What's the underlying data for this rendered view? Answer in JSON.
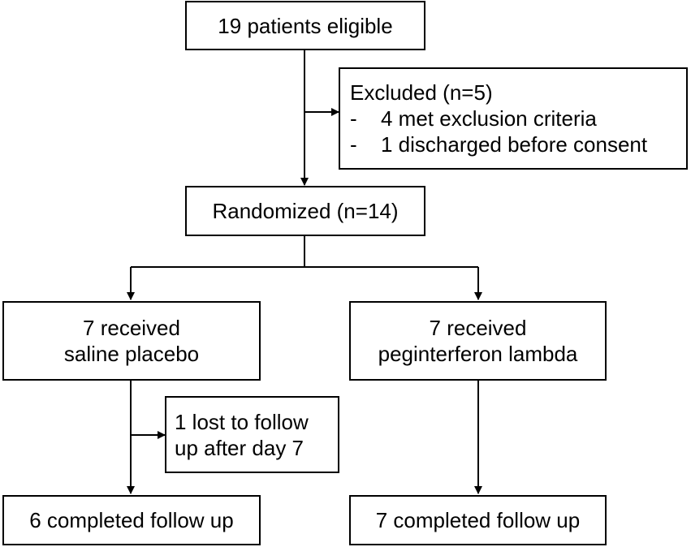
{
  "boxes": {
    "eligible": {
      "text": "19 patients eligible"
    },
    "excluded": {
      "title": "Excluded (n=5)",
      "items": [
        {
          "marker": "-",
          "text": "4 met exclusion criteria"
        },
        {
          "marker": "-",
          "text": "1 discharged before consent"
        }
      ]
    },
    "randomized": {
      "text": "Randomized (n=14)"
    },
    "placebo": {
      "line1": "7 received",
      "line2": "saline placebo"
    },
    "lambda": {
      "line1": "7 received",
      "line2": "peginterferon lambda"
    },
    "lost": {
      "line1": "1 lost to follow",
      "line2": "up after day 7"
    },
    "completed_placebo": {
      "text": "6 completed follow up"
    },
    "completed_lambda": {
      "text": "7 completed follow up"
    }
  },
  "colors": {
    "stroke": "#000000",
    "background": "#ffffff"
  }
}
